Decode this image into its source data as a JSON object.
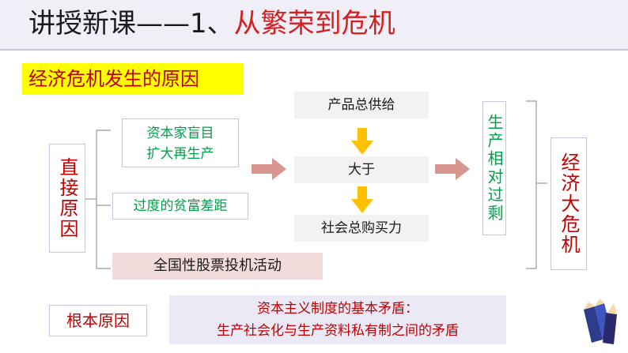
{
  "title": {
    "prefix": "讲授新课——1、",
    "highlight": "从繁荣到危机"
  },
  "section_label": "经济危机发生的原因",
  "direct_cause": {
    "label": "直接原因"
  },
  "root_cause": {
    "label": "根本原因"
  },
  "causes": {
    "capitalists_line1": "资本家盲目",
    "capitalists_line2": "扩大再生产",
    "wealth_gap": "过度的贫富差距",
    "stock": "全国性股票投机活动"
  },
  "supply_demand": {
    "supply": "产品总供给",
    "greater": "大于",
    "demand": "社会总购买力"
  },
  "overproduction": "生产相对过剩",
  "crisis": "经济大危机",
  "contradiction": {
    "line1": "资本主义制度的基本矛盾：",
    "line2": "生产社会化与生产资料私有制之间的矛盾"
  },
  "colors": {
    "accent_red": "#c00000",
    "green": "#00a04a",
    "arrow_yellow": "#ffc000",
    "arrow_pink": "#d9958f"
  },
  "icons": [
    "pencil-icon"
  ]
}
